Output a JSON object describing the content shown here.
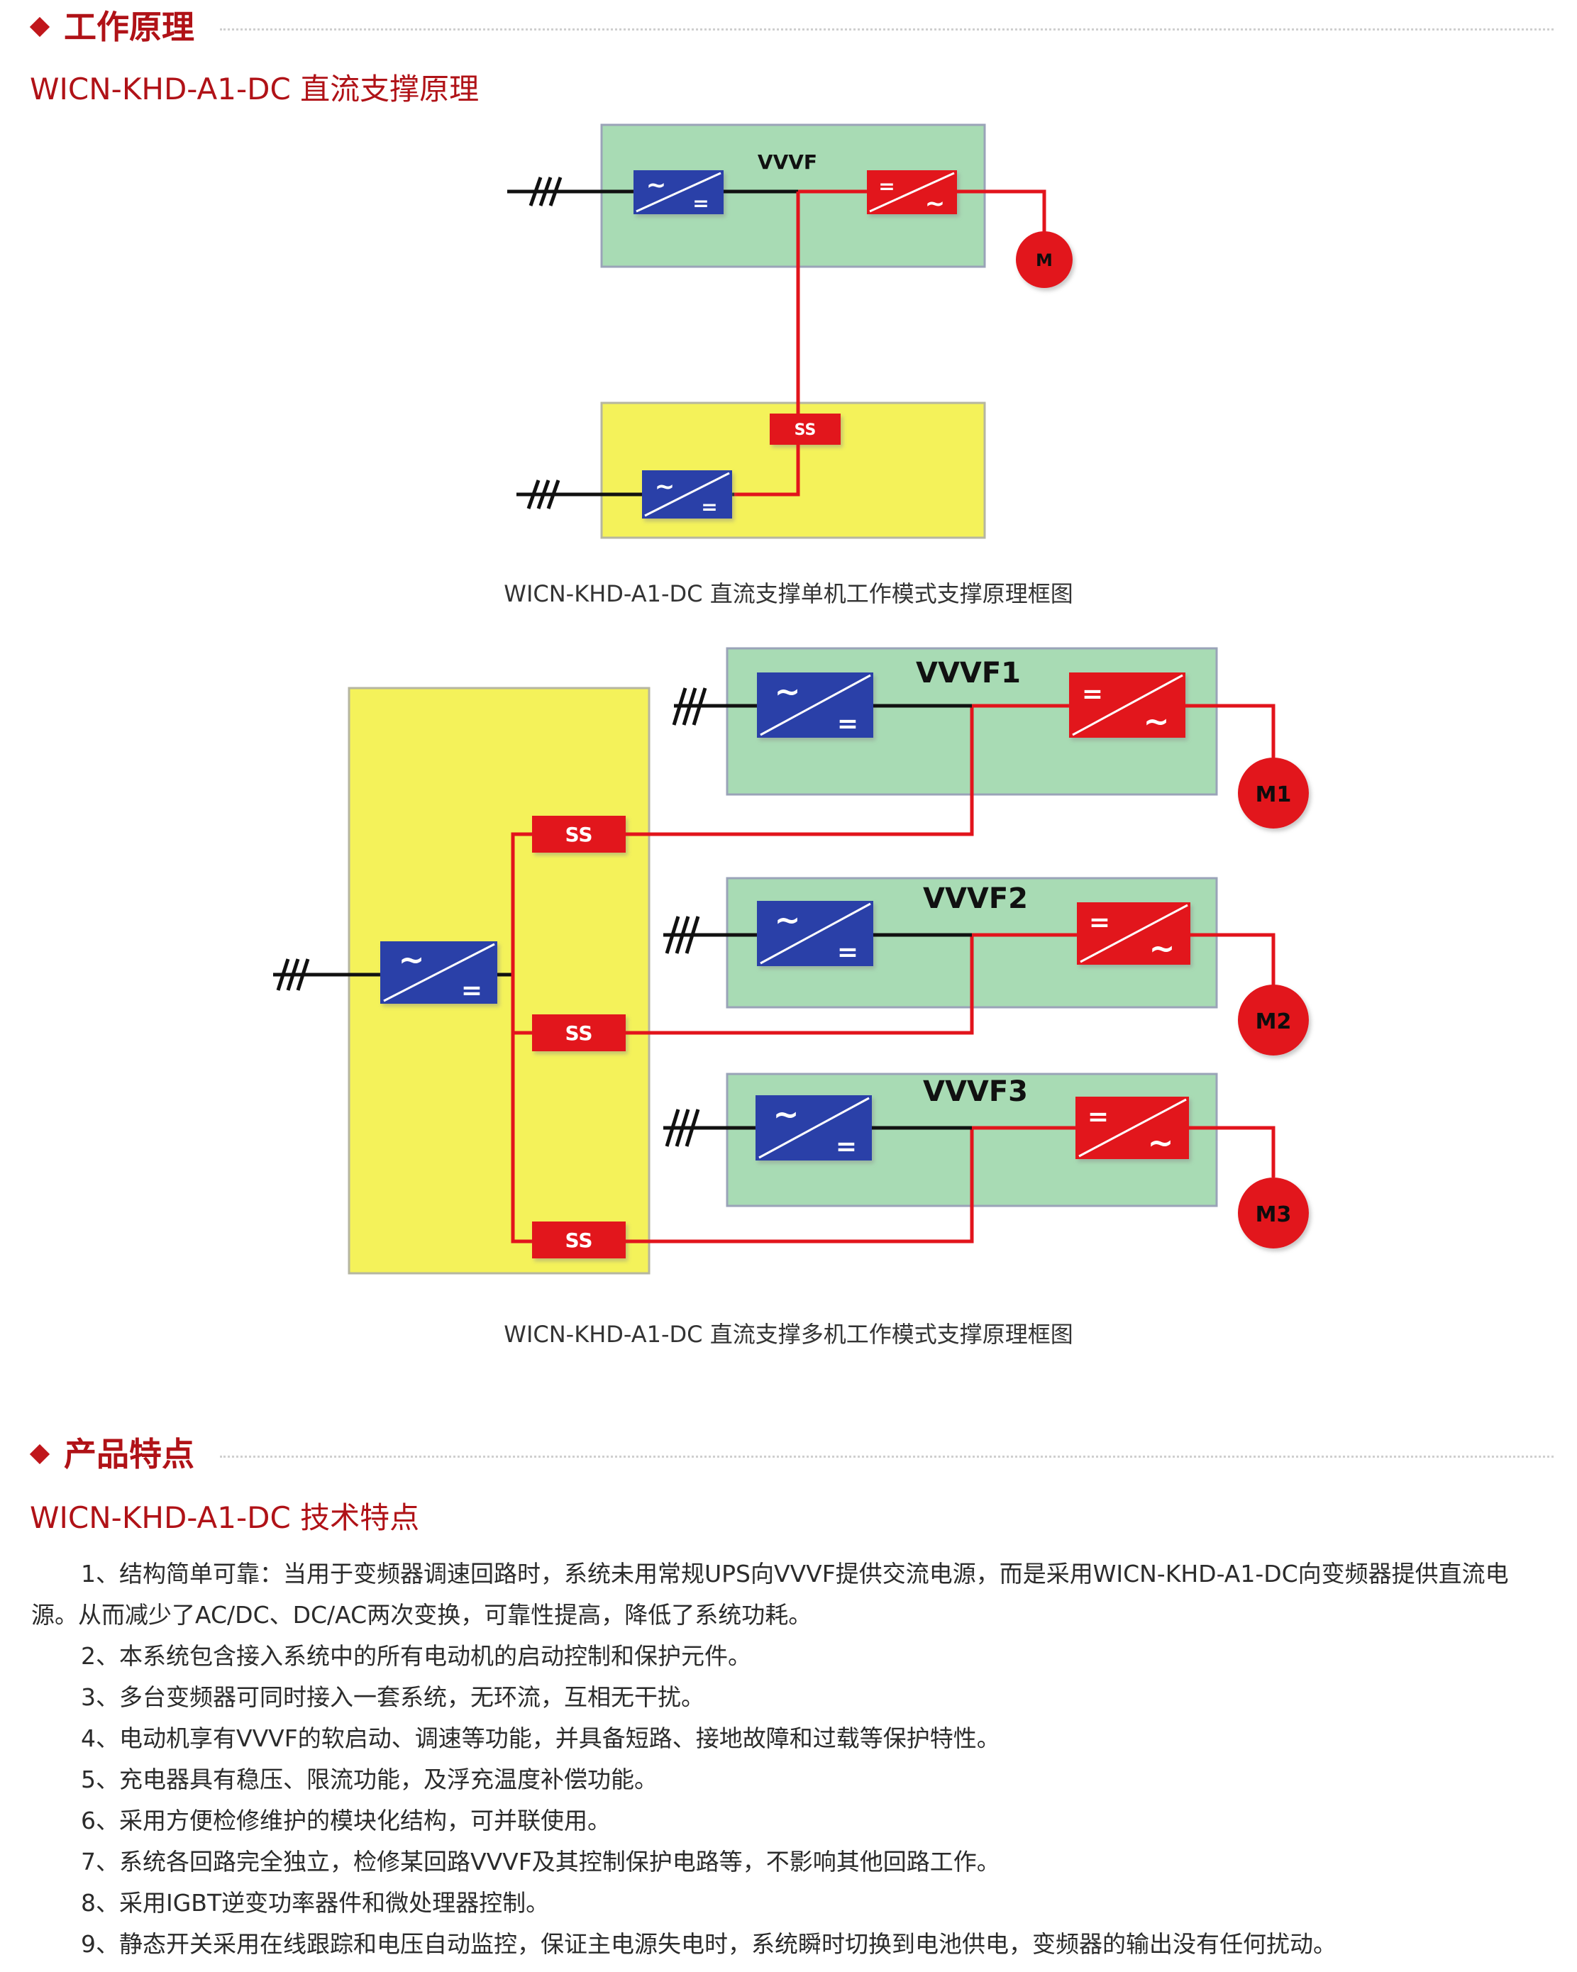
{
  "section1": {
    "title": "工作原理"
  },
  "subtitle1": "WICN-KHD-A1-DC 直流支撑原理",
  "diagram1": {
    "caption": "WICN-KHD-A1-DC 直流支撑单机工作模式支撑原理框图",
    "vvvf_label": "VVVF",
    "ss_label": "SS",
    "motor_label": "M",
    "colors": {
      "green_box": "#a8dbb4",
      "yellow_box": "#f4f25a",
      "blue_block": "#2c3fa8",
      "red": "#e2141c"
    }
  },
  "diagram2": {
    "caption": "WICN-KHD-A1-DC 直流支撑多机工作模式支撑原理框图",
    "units": [
      {
        "vvvf_label": "VVVF1",
        "motor_label": "M1"
      },
      {
        "vvvf_label": "VVVF2",
        "motor_label": "M2"
      },
      {
        "vvvf_label": "VVVF3",
        "motor_label": "M3"
      }
    ],
    "ss_label": "SS"
  },
  "section2": {
    "title": "产品特点"
  },
  "subtitle2": "WICN-KHD-A1-DC 技术特点",
  "features": {
    "item1": "1、结构简单可靠：当用于变频器调速回路时，系统未用常规UPS向VVVF提供交流电源，而是采用WICN-KHD-A1-DC向变频器提供直流电源。从而减少了AC/DC、DC/AC两次变换，可靠性提高，降低了系统功耗。",
    "item2": "2、本系统包含接入系统中的所有电动机的启动控制和保护元件。",
    "item3": "3、多台变频器可同时接入一套系统，无环流，互相无干扰。",
    "item4": "4、电动机享有VVVF的软启动、调速等功能，并具备短路、接地故障和过载等保护特性。",
    "item5": "5、充电器具有稳压、限流功能，及浮充温度补偿功能。",
    "item6": "6、采用方便检修维护的模块化结构，可并联使用。",
    "item7": "7、系统各回路完全独立，检修某回路VVVF及其控制保护电路等，不影响其他回路工作。",
    "item8": "8、采用IGBT逆变功率器件和微处理器控制。",
    "item9": "9、静态开关采用在线跟踪和电压自动监控，保证主电源失电时，系统瞬时切换到电池供电，变频器的输出没有任何扰动。"
  }
}
